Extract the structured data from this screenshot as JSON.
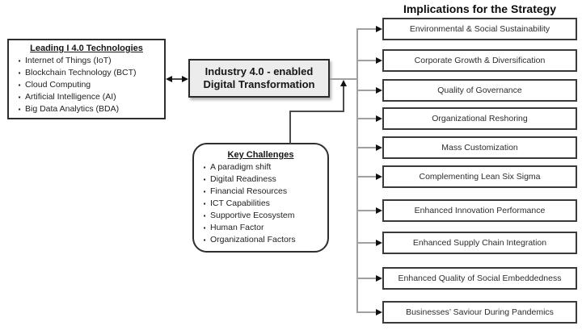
{
  "diagram": {
    "left_box": {
      "title": "Leading I 4.0 Technologies",
      "items": [
        "Internet of Things (IoT)",
        "Blockchain Technology (BCT)",
        "Cloud Computing",
        "Artificial Intelligence (AI)",
        "Big Data Analytics (BDA)"
      ]
    },
    "center_box": {
      "line1": "Industry 4.0 - enabled",
      "line2": "Digital Transformation"
    },
    "challenges_box": {
      "title": "Key Challenges",
      "items": [
        "A paradigm shift",
        "Digital Readiness",
        "Financial Resources",
        "ICT Capabilities",
        "Supportive Ecosystem",
        "Human Factor",
        "Organizational Factors"
      ]
    },
    "implications": {
      "title": "Implications for the Strategy",
      "items": [
        "Environmental & Social Sustainability",
        "Corporate Growth & Diversification",
        "Quality of Governance",
        "Organizational Reshoring",
        "Mass Customization",
        "Complementing Lean Six Sigma",
        "Enhanced Innovation Performance",
        "Enhanced Supply Chain Integration",
        "Enhanced Quality of Social Embeddedness",
        "Businesses’ Saviour During Pandemics"
      ]
    },
    "colors": {
      "background": "#ffffff",
      "box_border": "#2e2e2e",
      "center_box_fill": "#ececec",
      "connector_gray": "#a0a0a0",
      "connector_dark": "#4c4c4c",
      "arrowhead": "#111111"
    }
  }
}
